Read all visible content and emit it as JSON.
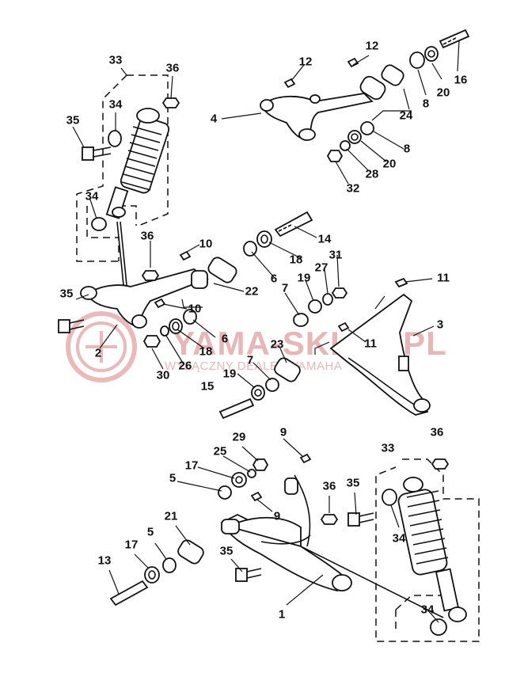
{
  "watermark": {
    "brand": "YAMA-SKLEP.PL",
    "tagline": "WYŁĄCZNY DEALER YAMAHA",
    "brand_color": "#e8b6b6"
  },
  "labels": {
    "l33a": "33",
    "l36a": "36",
    "l34a": "34",
    "l35a": "35",
    "l34b": "34",
    "l12a": "12",
    "l12b": "12",
    "l4": "4",
    "l24": "24",
    "l8a": "8",
    "l20a": "20",
    "l16": "16",
    "l8b": "8",
    "l20b": "20",
    "l28": "28",
    "l32": "32",
    "l14": "14",
    "l36b": "36",
    "l10a": "10",
    "l18a": "18",
    "l6a": "6",
    "l22": "22",
    "l35b": "35",
    "l10b": "10",
    "l2": "2",
    "l18b": "18",
    "l6b": "6",
    "l30": "30",
    "l26": "26",
    "l7a": "7",
    "l19a": "19",
    "l27": "27",
    "l31": "31",
    "l11a": "11",
    "l3": "3",
    "l11b": "11",
    "l23": "23",
    "l7b": "7",
    "l19b": "19",
    "l15": "15",
    "l9a": "9",
    "l29": "29",
    "l25": "25",
    "l17a": "17",
    "l5a": "5",
    "l9b": "9",
    "l36c": "36",
    "l35c": "35",
    "l33b": "33",
    "l36d": "36",
    "l21": "21",
    "l5b": "5",
    "l17b": "17",
    "l13": "13",
    "l35d": "35",
    "l34c": "34",
    "l1": "1",
    "l34d": "34"
  }
}
